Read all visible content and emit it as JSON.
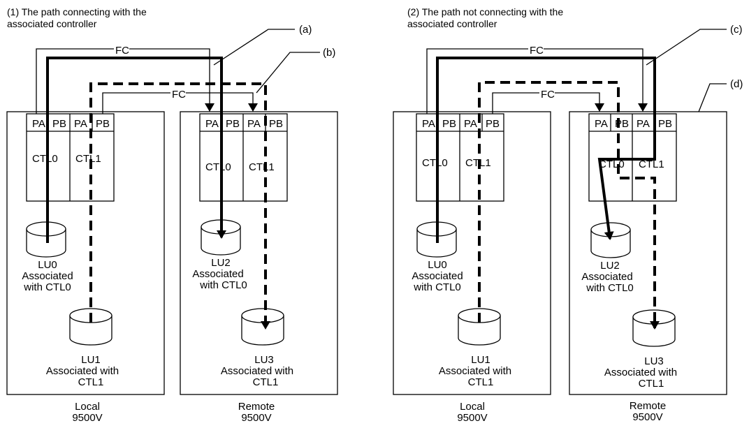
{
  "panel1": {
    "title_line1": "(1) The path connecting with the",
    "title_line2": "associated controller",
    "local": {
      "ports": [
        "PA",
        "PB",
        "PA",
        "PB"
      ],
      "ctl0": "CTL0",
      "ctl1": "CTL1",
      "lu0": [
        "LU0",
        "Associated",
        "with CTL0"
      ],
      "lu1": [
        "LU1",
        "Associated with",
        "CTL1"
      ],
      "caption": [
        "Local",
        "9500V"
      ]
    },
    "remote": {
      "ports": [
        "PA",
        "PB",
        "PA",
        "PB"
      ],
      "ctl0": "CTL0",
      "ctl1": "CTL1",
      "lu2": [
        "LU2",
        "Associated",
        "with CTL0"
      ],
      "lu3": [
        "LU3",
        "Associated with",
        "CTL1"
      ],
      "caption": [
        "Remote",
        "9500V"
      ]
    },
    "fc_top": "FC",
    "fc_mid": "FC",
    "callout_a": "(a)",
    "callout_b": "(b)"
  },
  "panel2": {
    "title_line1": "(2) The path not connecting with the",
    "title_line2": "associated controller",
    "local": {
      "ports": [
        "PA",
        "PB",
        "PA",
        "PB"
      ],
      "ctl0": "CTL0",
      "ctl1": "CTL1",
      "lu0": [
        "LU0",
        "Associated",
        "with CTL0"
      ],
      "lu1": [
        "LU1",
        "Associated with",
        "CTL1"
      ],
      "caption": [
        "Local",
        "9500V"
      ]
    },
    "remote": {
      "ports": [
        "PA",
        "PB",
        "PA",
        "PB"
      ],
      "ctl0": "CTL0",
      "ctl1": "CTL1",
      "lu2": [
        "LU2",
        "Associated",
        "with CTL0"
      ],
      "lu3": [
        "LU3",
        "Associated with",
        "CTL1"
      ],
      "caption": [
        "Remote",
        "9500V"
      ]
    },
    "fc_top": "FC",
    "fc_mid": "FC",
    "callout_c": "(c)",
    "callout_d": "(d)"
  }
}
